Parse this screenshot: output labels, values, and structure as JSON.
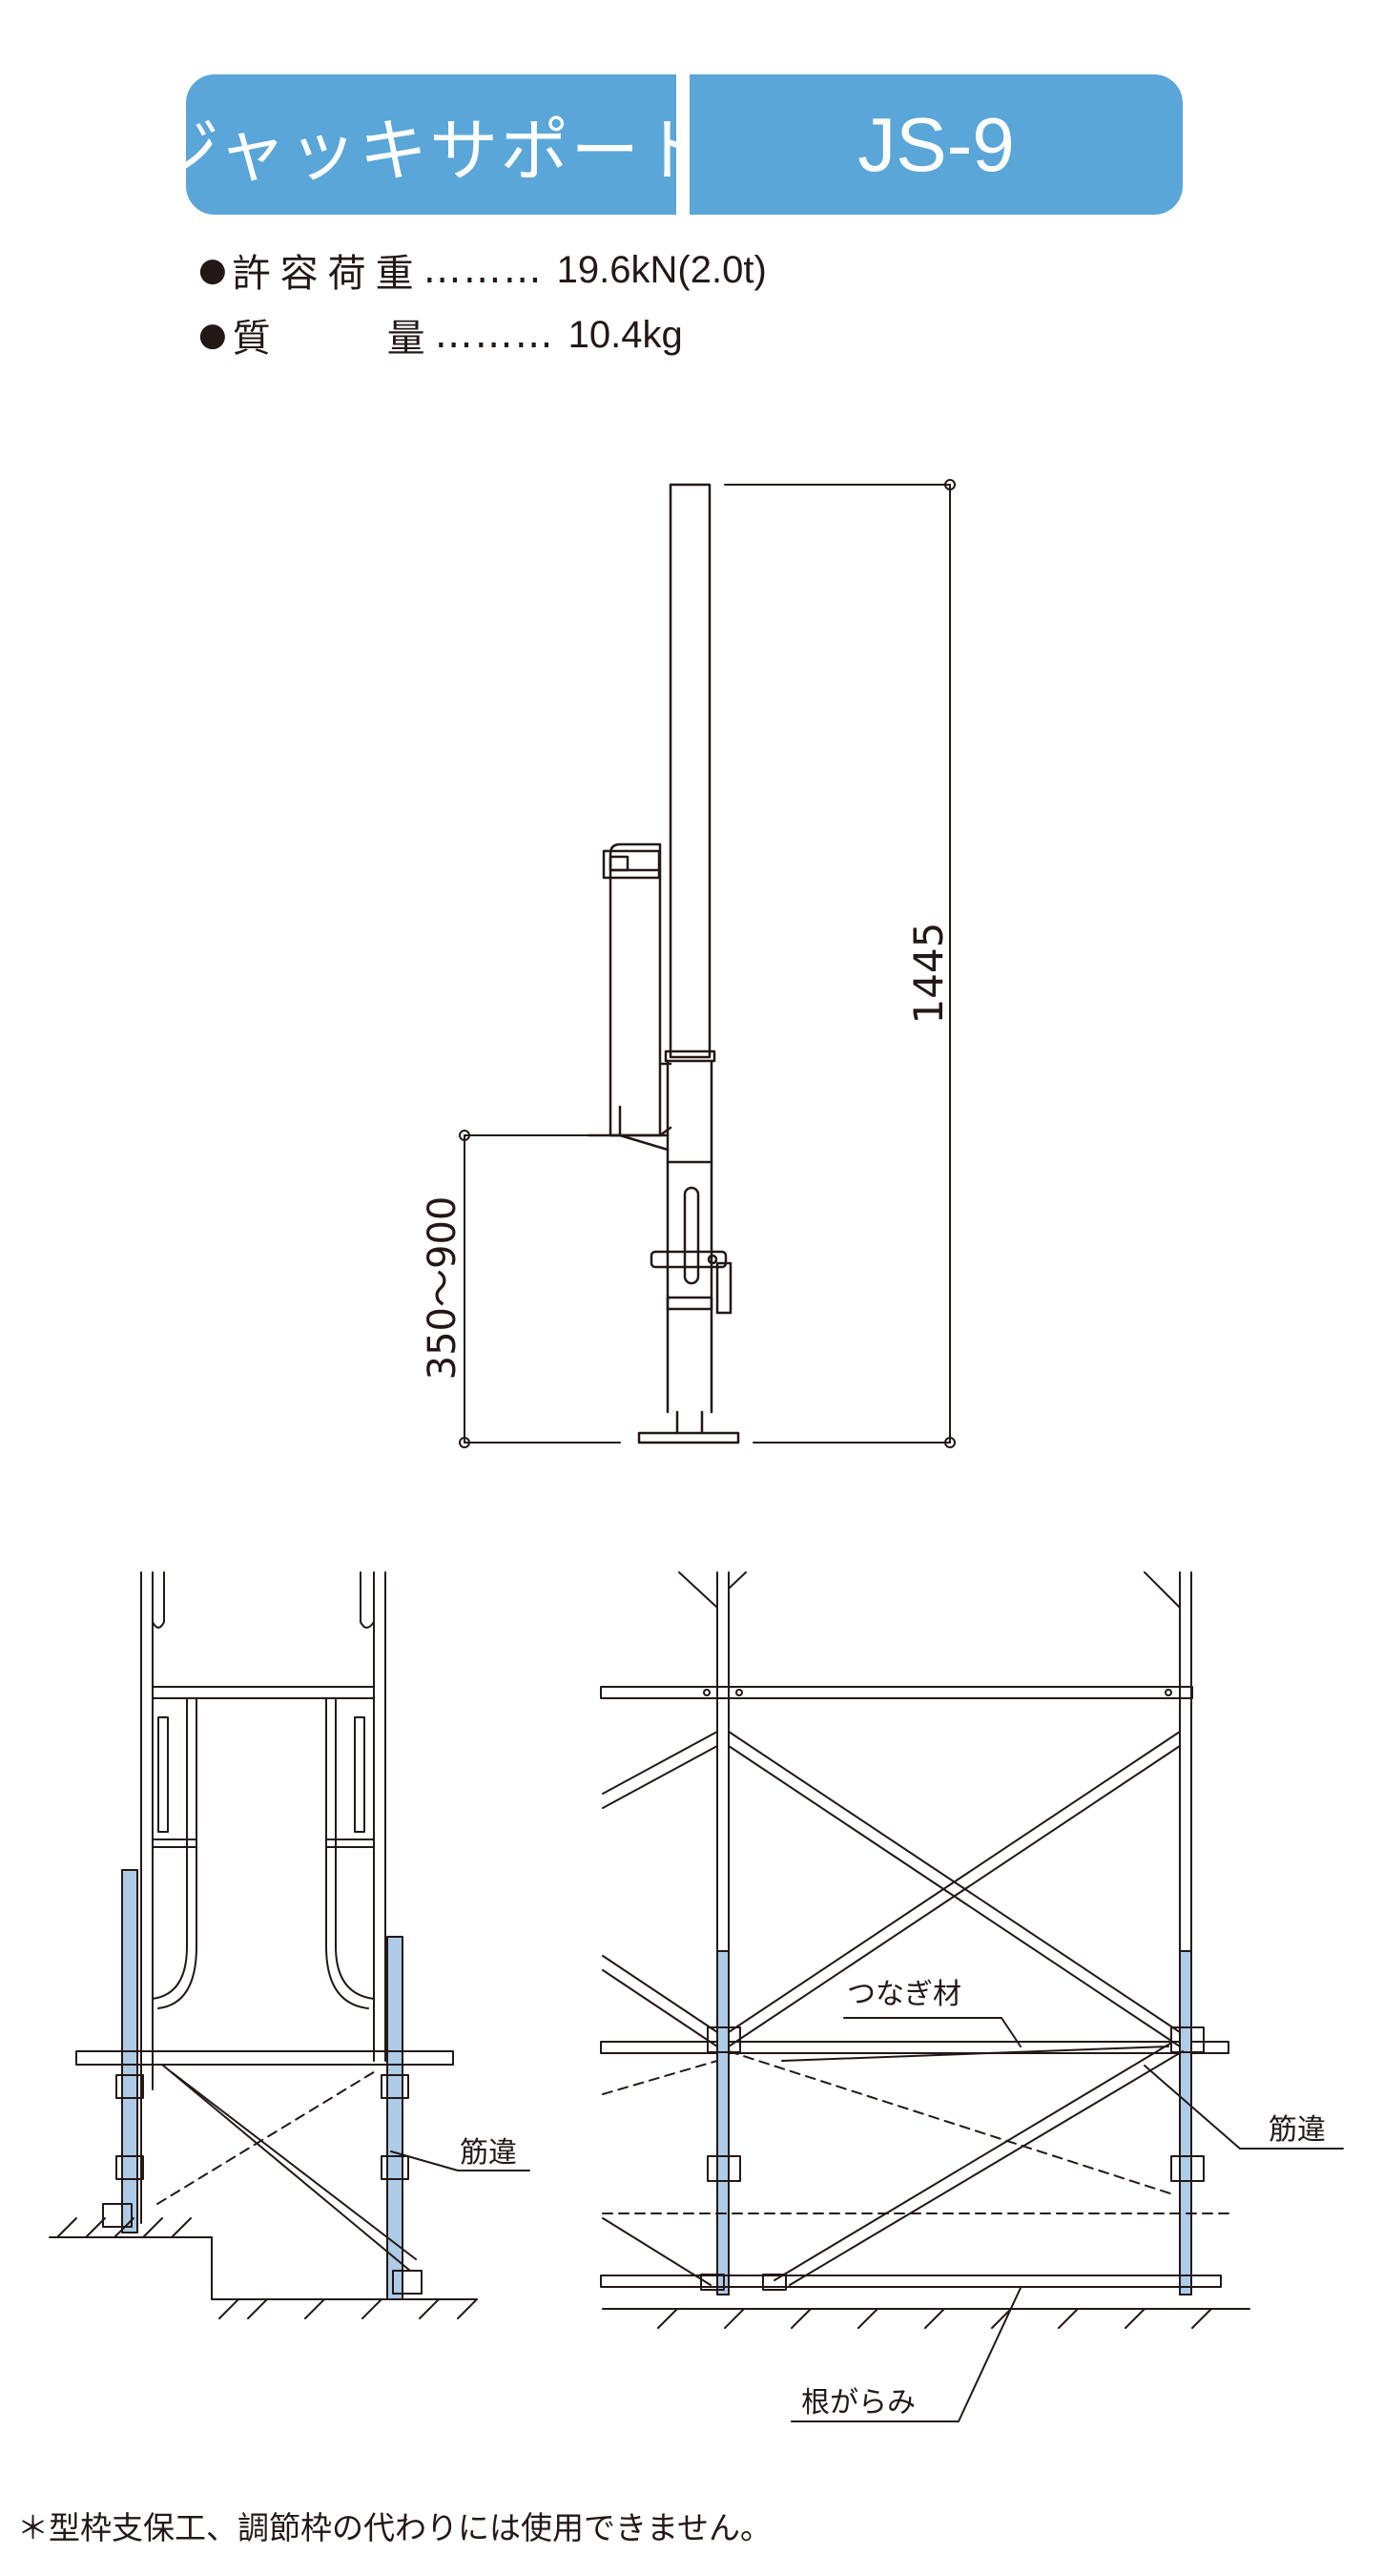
{
  "header": {
    "title": "ジャッキサポート",
    "code": "JS-9",
    "color": "#5aa6d9"
  },
  "specs": [
    {
      "bullet": "●",
      "label": "許容荷重",
      "dots": "………",
      "value": "19.6kN(2.0t)"
    },
    {
      "bullet": "●",
      "label_a": "質",
      "label_b": "量",
      "dots": "………",
      "value": "10.4kg"
    }
  ],
  "dimensions": {
    "height": "1445",
    "range": "350～900"
  },
  "labels": {
    "brace_left": "筋違",
    "tie_member": "つなぎ材",
    "brace_right": "筋違",
    "base_tie": "根がらみ"
  },
  "footnote": "＊型枠支保工、調節枠の代わりには使用できません。"
}
